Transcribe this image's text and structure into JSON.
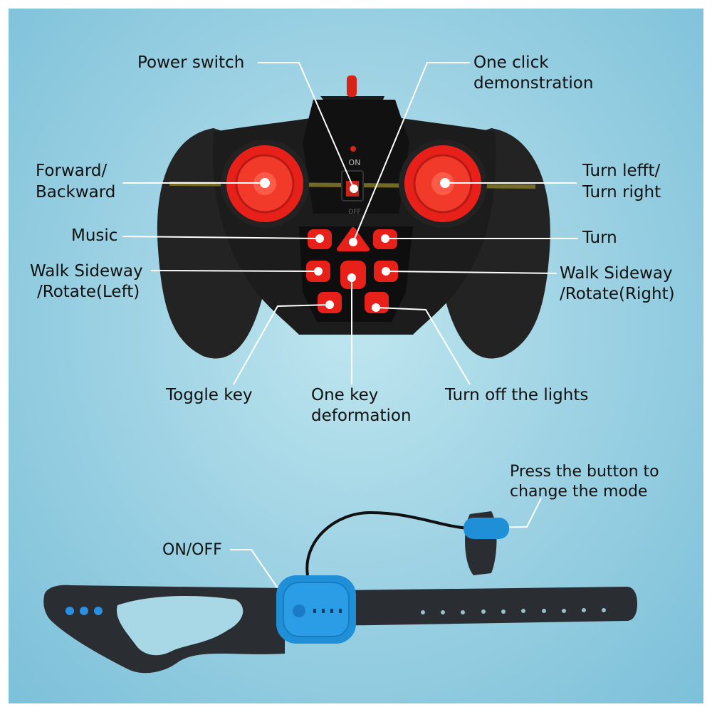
{
  "labels": {
    "power_switch": "Power switch",
    "one_click_demo_1": "One click",
    "one_click_demo_2": "demonstration",
    "forward_1": "Forward/",
    "forward_2": "Backward",
    "turn_lr_1": "Turn lefft/",
    "turn_lr_2": "Turn right",
    "music": "Music",
    "turn": "Turn",
    "walk_left_1": "Walk Sideway",
    "walk_left_2": "/Rotate(Left)",
    "walk_right_1": "Walk Sideway",
    "walk_right_2": "/Rotate(Right)",
    "toggle_key": "Toggle key",
    "deformation_1": "One key",
    "deformation_2": "deformation",
    "lights_off": "Turn off the lights",
    "mode_button_1": "Press the button to",
    "mode_button_2": "change the mode",
    "on_off": "ON/OFF"
  },
  "device_marks": {
    "switch_on": "ON",
    "switch_off": "OFF"
  },
  "colors": {
    "background": "#9fd3e4",
    "controller_body": "#1c1c1c",
    "joystick": "#e8201a",
    "button": "#e8201a",
    "watch_module": "#1f8fd8",
    "strap": "#2a2e33"
  }
}
